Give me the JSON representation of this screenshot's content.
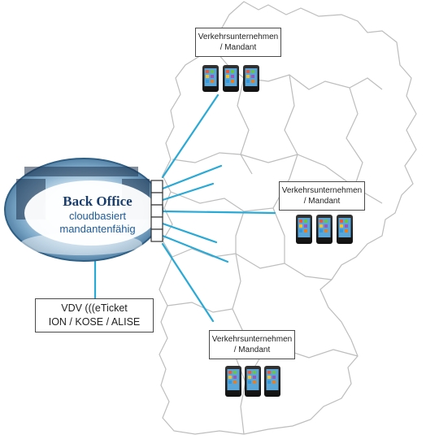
{
  "back_office": {
    "title": "Back Office",
    "line1": "cloudbasiert",
    "line2": "mandantenfähig"
  },
  "vdv_box": {
    "line1": "VDV (((eTicket",
    "line2": "ION / KOSE / ALISE"
  },
  "tenants": [
    {
      "line1": "Verkehrsunternehmen",
      "line2": "/ Mandant"
    },
    {
      "line1": "Verkehrsunternehmen",
      "line2": "/ Mandant"
    },
    {
      "line1": "Verkehrsunternehmen",
      "line2": "/ Mandant"
    }
  ],
  "colors": {
    "connector": "#29a9d6",
    "map_border": "#bdbdbd",
    "title_text": "#1a3f6e",
    "subtitle_text": "#1f5a99"
  }
}
